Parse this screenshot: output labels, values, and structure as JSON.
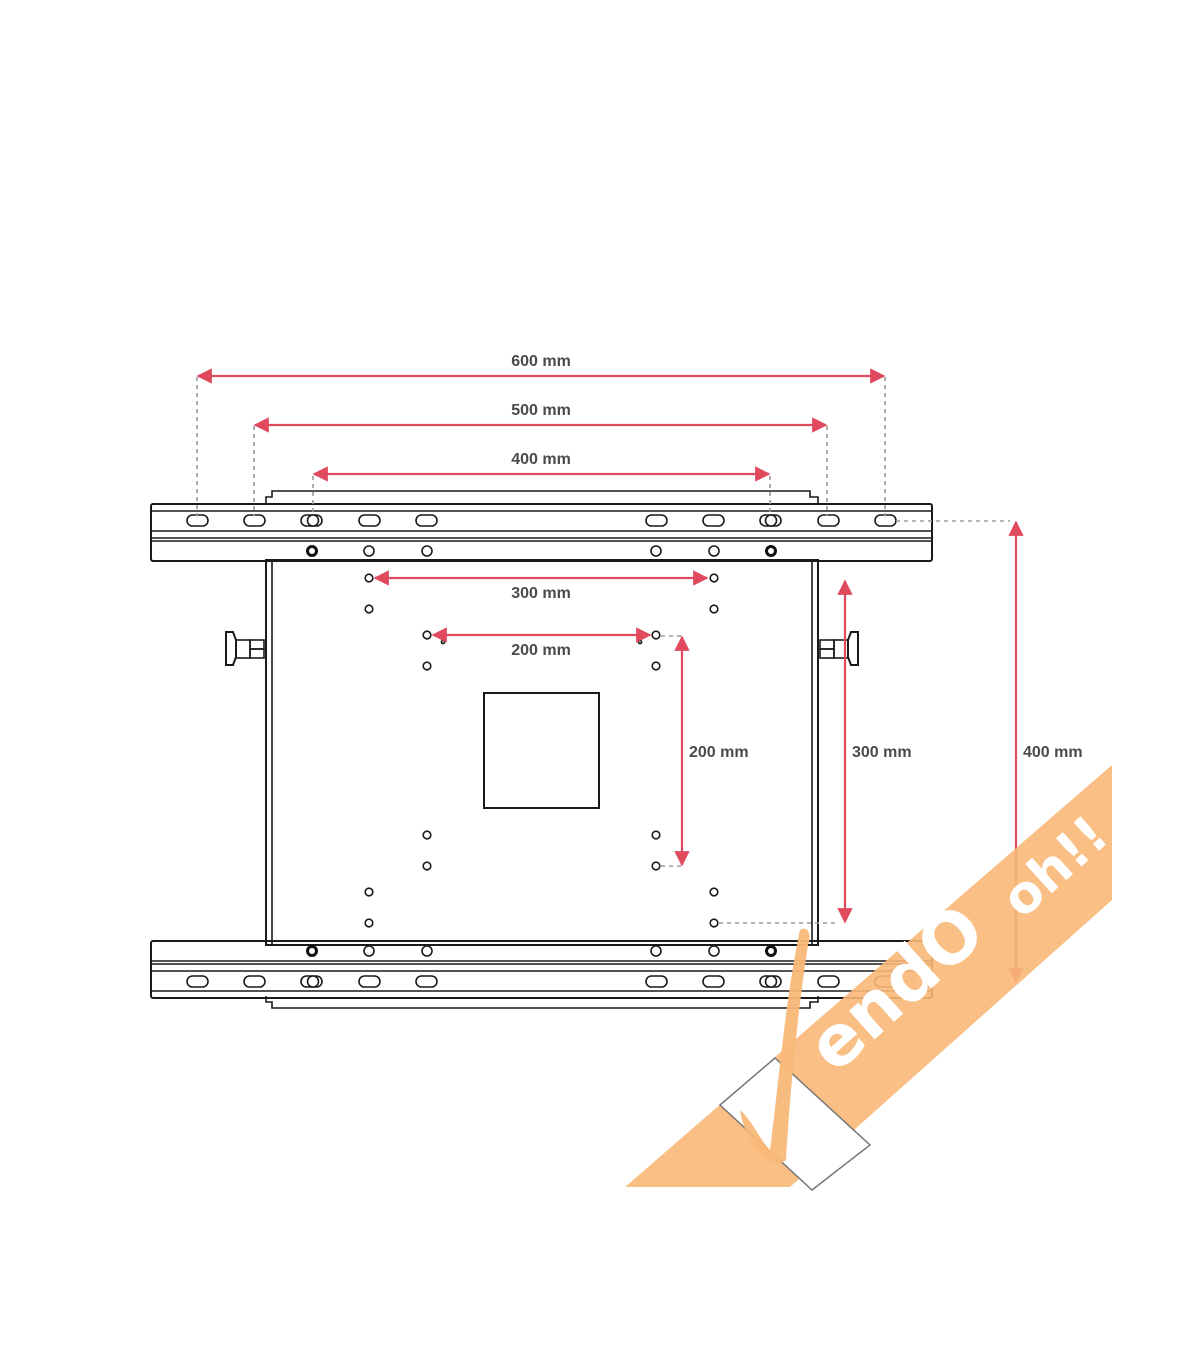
{
  "diagram": {
    "title": "VESA wall mount bracket hole pattern",
    "colors": {
      "dimension_arrow": "#e04a5f",
      "line_art": "#1a1a1a",
      "guide_line": "#9a9a9a",
      "watermark": "#f8b878"
    },
    "horizontal_dimensions": [
      {
        "label": "600 mm",
        "value_mm": 600
      },
      {
        "label": "500 mm",
        "value_mm": 500
      },
      {
        "label": "400 mm",
        "value_mm": 400
      },
      {
        "label": "300 mm",
        "value_mm": 300
      },
      {
        "label": "200 mm",
        "value_mm": 200
      }
    ],
    "vertical_dimensions": [
      {
        "label": "200 mm",
        "value_mm": 200
      },
      {
        "label": "300 mm",
        "value_mm": 300
      },
      {
        "label": "400 mm",
        "value_mm": 400
      }
    ],
    "components": {
      "top_rail": "Top horizontal mounting rail with slotted holes",
      "bottom_rail": "Bottom horizontal mounting rail with slotted holes",
      "plate": "Central wall plate with VESA holes",
      "center_cutout": "Square center cutout",
      "left_knob": "Left locking knob",
      "right_knob": "Right locking knob"
    }
  },
  "watermark": {
    "text_main": "endO",
    "text_suffix": "oh!!",
    "brand": "VendOoh!!"
  }
}
